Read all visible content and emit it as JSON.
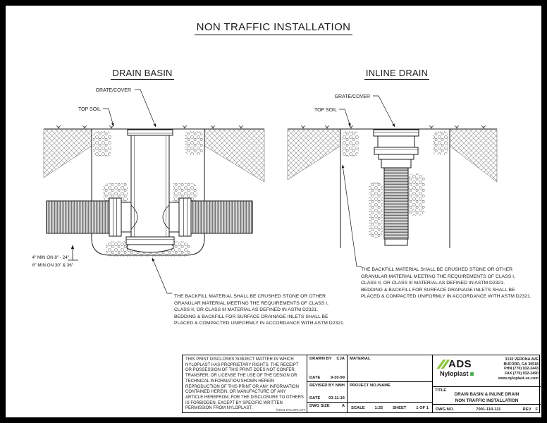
{
  "page": {
    "title": "NON TRAFFIC INSTALLATION"
  },
  "drawings": {
    "drain_basin": {
      "title": "DRAIN BASIN",
      "grate_cover_label": "GRATE/COVER",
      "top_soil_label": "TOP SOIL",
      "dim_line_1": "4\" MIN ON 8\" - 24\"",
      "dim_line_2": "6\" MIN ON 30\" & 36\"",
      "note_lines": [
        "THE BACKFILL MATERIAL SHALL BE CRUSHED STONE OR OTHER",
        "GRANULAR MATERIAL MEETING THE REQUIREMENTS OF CLASS I,",
        "CLASS II, OR CLASS III MATERIAL AS DEFINED IN ASTM D2321.",
        "BEDDING & BACKFILL FOR SURFACE DRAINAGE INLETS SHALL BE",
        "PLACED & COMPACTED UNIFORMLY IN ACCORDANCE WITH ASTM D2321."
      ]
    },
    "inline_drain": {
      "title": "INLINE DRAIN",
      "grate_cover_label": "GRATE/COVER",
      "top_soil_label": "TOP SOIL",
      "note_lines": [
        "THE BACKFILL MATERIAL SHALL BE CRUSHED STONE OR OTHER",
        "GRANULAR MATERIAL MEETING THE REQUIREMENTS OF CLASS I,",
        "CLASS II, OR CLASS III MATERIAL AS DEFINED IN ASTM D2321.",
        "BEDDING & BACKFILL FOR SURFACE DRAINAGE INLETS SHALL BE",
        "PLACED & COMPACTED UNIFORMLY IN ACCORDANCE WITH ASTM D2321."
      ]
    }
  },
  "title_block": {
    "disclaimer": "THIS PRINT DISCLOSES SUBJECT MATTER IN WHICH NYLOPLAST HAS PROPRIETARY RIGHTS.  THE RECEIPT OR POSSESSION OF THIS PRINT DOES NOT CONFER, TRANSFER, OR LICENSE THE USE OF THE DESIGN OR TECHNICAL INFORMATION SHOWN HEREIN REPRODUCTION OF THIS PRINT OR ANY INFORMATION CONTAINED HEREIN, OR MANUFACTURE OF ANY ARTICLE HEREFROM, FOR THE DISCLOSURE TO OTHERS IS FORBIDDEN, EXCEPT BY SPECIFIC WRITTEN PERMISSION FROM NYLOPLAST.",
    "copyright": "©2011 NYLOPLAST",
    "drawn_by_label": "DRAWN BY",
    "drawn_by": "CJA",
    "date1_label": "DATE",
    "date1": "9-30-99",
    "revised_by_label": "REVISED BY",
    "revised_by": "NMH",
    "date2_label": "DATE",
    "date2": "03-11-16",
    "dwg_size_label": "DWG SIZE",
    "dwg_size": "A",
    "material_label": "MATERIAL",
    "project_label": "PROJECT NO./NAME",
    "scale_label": "SCALE",
    "scale": "1:25",
    "sheet_label": "SHEET",
    "sheet": "1 OF 1",
    "title_label": "TITLE",
    "title_line_1": "DRAIN BASIN & INLINE DRAIN",
    "title_line_2": "NON TRAFFIC INSTALLATION",
    "dwg_no_label": "DWG NO.",
    "dwg_no": "7001-110-111",
    "rev_label": "REV",
    "rev": "F",
    "brand": {
      "ads": "ADS",
      "nyloplast": "Nyloplast",
      "logo_green": "#8dc63f",
      "square_green": "#4fb053",
      "address_lines": [
        "3130 VERONA AVE",
        "BUFORD, GA 30518",
        "PHN (770) 932-2443",
        "FAX (770) 932-2490",
        "www.nyloplast-us.com"
      ]
    }
  }
}
